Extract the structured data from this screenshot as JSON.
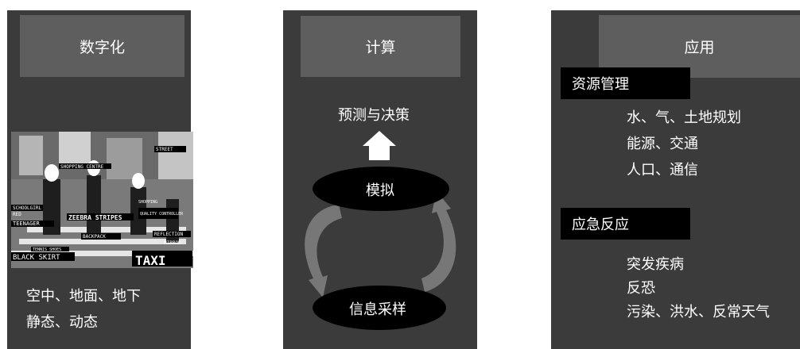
{
  "left": {
    "header": "数字化",
    "collage_words": [
      "SHOPPING CENTRE",
      "ZEEBRA STRIPES",
      "TEENAGER",
      "BACKPACK",
      "SCHOOLGIRL",
      "BLACK SKIRT",
      "TAXI",
      "REFLECTION",
      "QUALITY CONTROLLER",
      "SHOPPING",
      "MIRROR",
      "TENNIS SHOES",
      "RED",
      "STREET"
    ],
    "lines": [
      "空中、地面、地下",
      "静态、动态"
    ]
  },
  "middle": {
    "header": "计算",
    "top_label": "预测与决策",
    "upper_node": "模拟",
    "lower_node": "信息采样"
  },
  "right": {
    "header": "应用",
    "sections": [
      {
        "title": "资源管理",
        "items": [
          "水、气、土地规划",
          "能源、交通",
          "人口、通信"
        ]
      },
      {
        "title": "应急反应",
        "items": [
          "突发疾病",
          "反恐",
          "污染、洪水、反常天气"
        ]
      }
    ]
  }
}
